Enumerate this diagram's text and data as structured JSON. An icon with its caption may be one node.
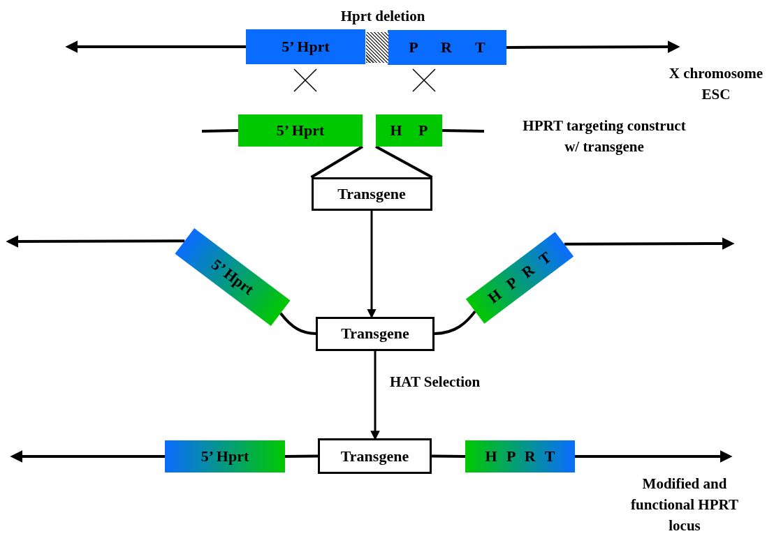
{
  "diagram": {
    "nodes": [
      {
        "text": [
          "5’ Hprt"
        ]
      },
      {
        "text": [
          "P R T"
        ]
      },
      {
        "text": [],
        "shape": "box"
      },
      {
        "text": [
          "5’ Hprt"
        ]
      },
      {
        "text": [
          "H P"
        ]
      },
      {
        "text": [
          "Transgene"
        ]
      },
      {
        "text": [
          "5’ Hprt"
        ]
      },
      {
        "text": [
          "H P R T"
        ]
      },
      {
        "text": [
          "Transgene"
        ]
      },
      {
        "text": [
          "5’ Hprt"
        ]
      },
      {
        "text": [
          "Transgene"
        ]
      },
      {
        "text": [
          "H P R T"
        ]
      }
    ],
    "edges": [
      {
        "from": 0,
        "to": null,
        "arrow": "to"
      },
      {
        "from": 1,
        "to": null,
        "arrow": "to"
      },
      {
        "from": 3,
        "to": null,
        "arrow": "none"
      },
      {
        "from": 4,
        "to": null,
        "arrow": "none"
      },
      {
        "from": 3,
        "to": 5,
        "arrow": "none"
      },
      {
        "from": 4,
        "to": 5,
        "arrow": "none"
      },
      {
        "from": 5,
        "to": 8,
        "arrow": "to"
      },
      {
        "from": 6,
        "to": null,
        "arrow": "to"
      },
      {
        "from": 7,
        "to": null,
        "arrow": "to"
      },
      {
        "from": 6,
        "to": 8,
        "arrow": "none"
      },
      {
        "from": 8,
        "to": 7,
        "arrow": "none"
      },
      {
        "from": 8,
        "to": 10,
        "arrow": "to",
        "label": "HAT Selection"
      },
      {
        "from": 9,
        "to": null,
        "arrow": "to"
      },
      {
        "from": 11,
        "to": null,
        "arrow": "to"
      },
      {
        "from": 9,
        "to": 10,
        "arrow": "none"
      },
      {
        "from": 10,
        "to": 11,
        "arrow": "none"
      }
    ],
    "labels": [
      "Hprt deletion",
      "X chromosome ESC",
      "HPRT targeting construct w/ transgene",
      "Modified and functional HPRT locus"
    ]
  }
}
